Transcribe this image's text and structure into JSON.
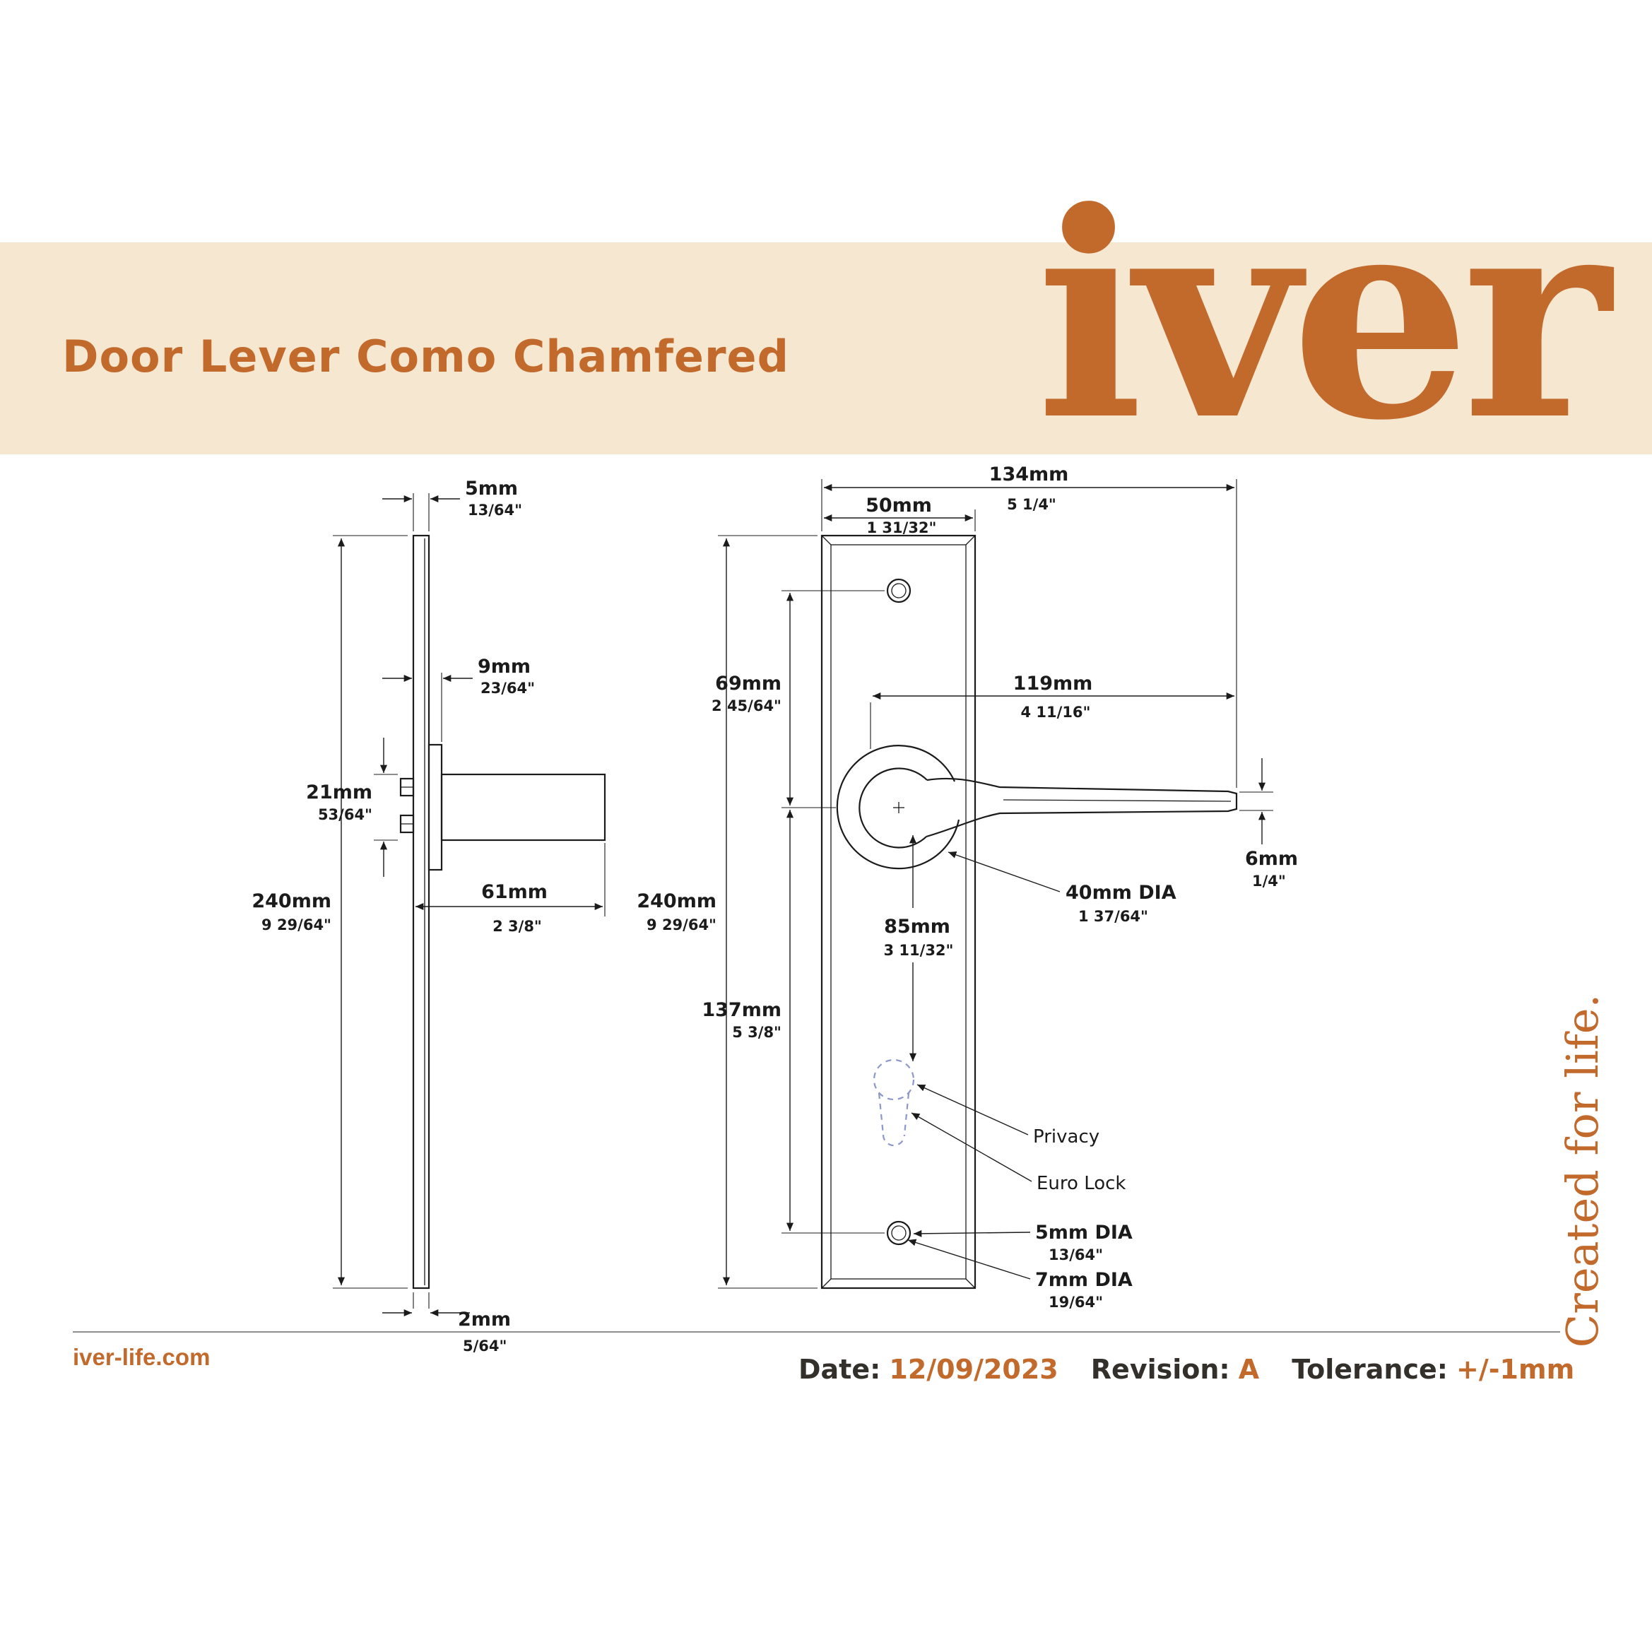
{
  "brand": {
    "logo_text": "iver",
    "tagline": "Created for life.",
    "website": "iver-life.com"
  },
  "header": {
    "title": "Door Lever Como Chamfered"
  },
  "footer": {
    "date_label": "Date:",
    "date_value": "12/09/2023",
    "revision_label": "Revision:",
    "revision_value": "A",
    "tolerance_label": "Tolerance:",
    "tolerance_value": "+/-1mm"
  },
  "drawing": {
    "side_view": {
      "plate_thickness_mm": "5mm",
      "plate_thickness_in": "13/64\"",
      "boss_depth_mm": "9mm",
      "boss_depth_in": "23/64\"",
      "lever_thickness_mm": "21mm",
      "lever_thickness_in": "53/64\"",
      "plate_height_mm": "240mm",
      "plate_height_in": "9 29/64\"",
      "lever_projection_mm": "61mm",
      "lever_projection_in": "2 3/8\"",
      "edge_mm": "2mm",
      "edge_in": "5/64\""
    },
    "front_view": {
      "overall_width_mm": "134mm",
      "overall_width_in": "5 1/4\"",
      "plate_width_mm": "50mm",
      "plate_width_in": "1 31/32\"",
      "hole_to_centre_mm": "69mm",
      "hole_to_centre_in": "2 45/64\"",
      "plate_height_mm": "240mm",
      "plate_height_in": "9 29/64\"",
      "lever_length_mm": "119mm",
      "lever_length_in": "4 11/16\"",
      "lever_end_mm": "6mm",
      "lever_end_in": "1/4\"",
      "rose_dia_mm": "40mm DIA",
      "rose_dia_in": "1 37/64\"",
      "centre_to_lock_mm": "85mm",
      "centre_to_lock_in": "3 11/32\"",
      "centre_to_hole_mm": "137mm",
      "centre_to_hole_in": "5 3/8\"",
      "privacy": "Privacy",
      "euro_lock": "Euro Lock",
      "hole_dia_mm": "5mm DIA",
      "hole_dia_in": "13/64\"",
      "screw_dia_mm": "7mm DIA",
      "screw_dia_in": "19/64\""
    }
  }
}
